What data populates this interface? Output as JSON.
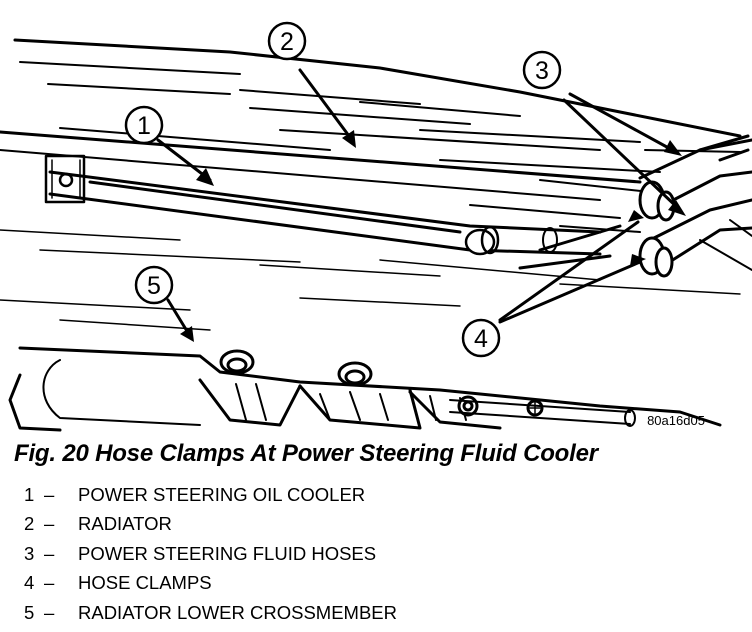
{
  "figure": {
    "title": "Fig. 20 Hose Clamps At Power Steering Fluid Cooler",
    "image_code": "80a16d05"
  },
  "callouts": [
    "1",
    "2",
    "3",
    "4",
    "5"
  ],
  "legend": [
    {
      "number": "1",
      "separator": "–",
      "text": "POWER STEERING OIL COOLER"
    },
    {
      "number": "2",
      "separator": "–",
      "text": "RADIATOR"
    },
    {
      "number": "3",
      "separator": "–",
      "text": "POWER STEERING FLUID HOSES"
    },
    {
      "number": "4",
      "separator": "–",
      "text": "HOSE CLAMPS"
    },
    {
      "number": "5",
      "separator": "–",
      "text": "RADIATOR LOWER CROSSMEMBER"
    }
  ]
}
